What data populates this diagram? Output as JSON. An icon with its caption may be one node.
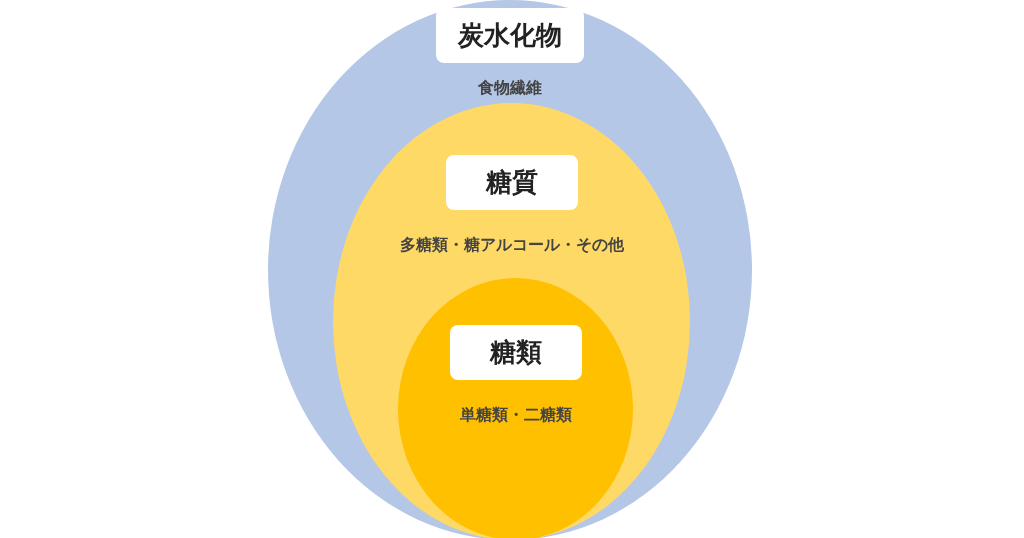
{
  "diagram": {
    "nodes": [
      {
        "text": [
          "炭水化物",
          "食物繊維"
        ]
      },
      {
        "text": [
          "糖質",
          "多糖類・糖アルコール・その他"
        ],
        "in": 0
      },
      {
        "text": [
          "糖類",
          "単糖類・二糖類"
        ],
        "in": 1
      }
    ],
    "edges": []
  }
}
